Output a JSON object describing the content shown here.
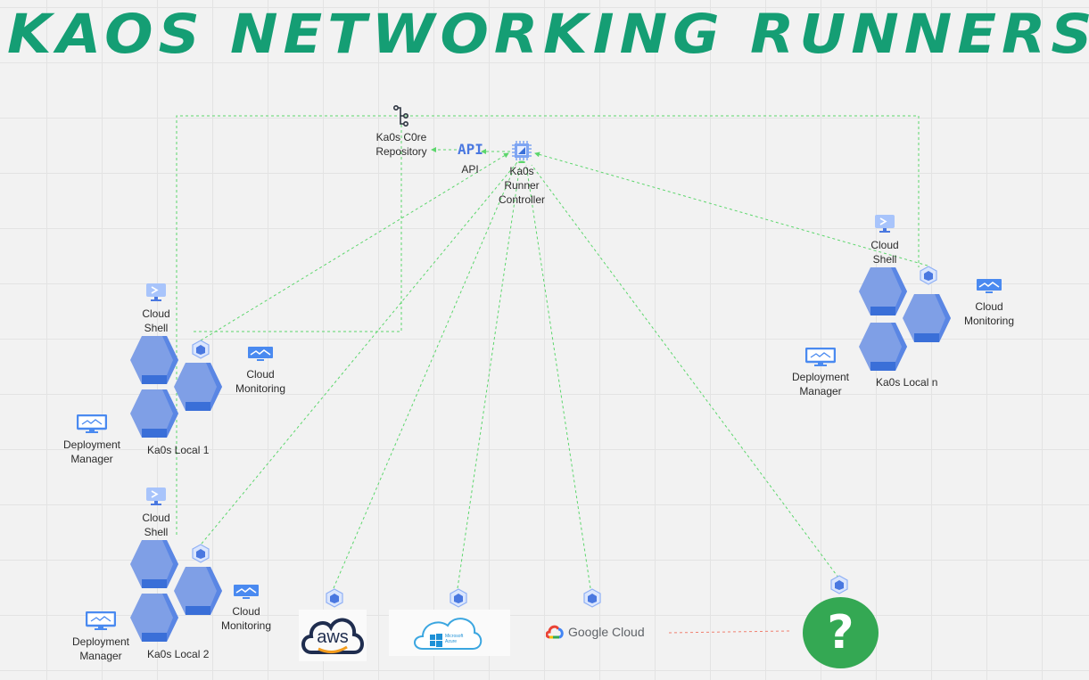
{
  "title": "KaOs networking runners",
  "core": {
    "repository_label": "Ka0s C0re\nRepository",
    "api_icon_text": "API",
    "api_label": "API",
    "controller_label": "Ka0s\nRunner\nController"
  },
  "clusters": [
    {
      "name": "Ka0s Local 1",
      "shell": "Cloud\nShell",
      "monitoring": "Cloud\nMonitoring",
      "deployment": "Deployment\nManager"
    },
    {
      "name": "Ka0s Local 2",
      "shell": "Cloud\nShell",
      "monitoring": "Cloud\nMonitoring",
      "deployment": "Deployment\nManager"
    },
    {
      "name": "Ka0s Local n",
      "shell": "Cloud\nShell",
      "monitoring": "Cloud\nMonitoring",
      "deployment": "Deployment\nManager"
    }
  ],
  "providers": {
    "aws": "aws",
    "azure": "Microsoft Azure",
    "gcloud": "Google Cloud",
    "unknown": "?"
  },
  "colors": {
    "title": "#159e74",
    "link": "#5cd66c",
    "hex": "#7f9fe6",
    "hex_dark": "#3a6fd8",
    "unknown": "#34a853"
  }
}
